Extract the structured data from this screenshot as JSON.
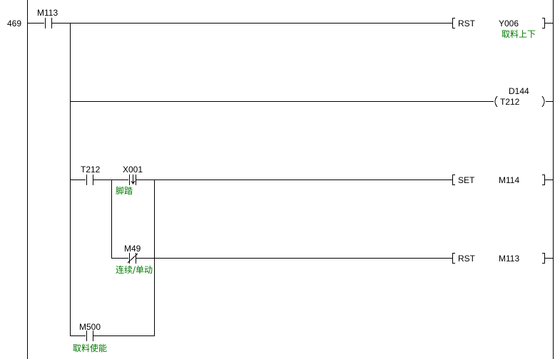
{
  "step_number": "469",
  "colors": {
    "wire": "#000000",
    "comment": "#007a00",
    "background": "#ffffff"
  },
  "contacts": {
    "m113": {
      "device": "M113",
      "type": "normally-open"
    },
    "t212": {
      "device": "T212",
      "type": "normally-open"
    },
    "x001": {
      "device": "X001",
      "type": "falling-edge-pulse",
      "comment": "脚踏"
    },
    "m49": {
      "device": "M49",
      "type": "normally-closed",
      "comment": "连续/单动"
    },
    "m500": {
      "device": "M500",
      "type": "normally-open",
      "comment": "取料使能"
    }
  },
  "instructions": {
    "rst_y006": {
      "op": "RST",
      "operand": "Y006",
      "comment": "取料上下"
    },
    "timer": {
      "operand": "T212",
      "setpoint": "D144"
    },
    "set_m114": {
      "op": "SET",
      "operand": "M114"
    },
    "rst_m113": {
      "op": "RST",
      "operand": "M113"
    }
  }
}
